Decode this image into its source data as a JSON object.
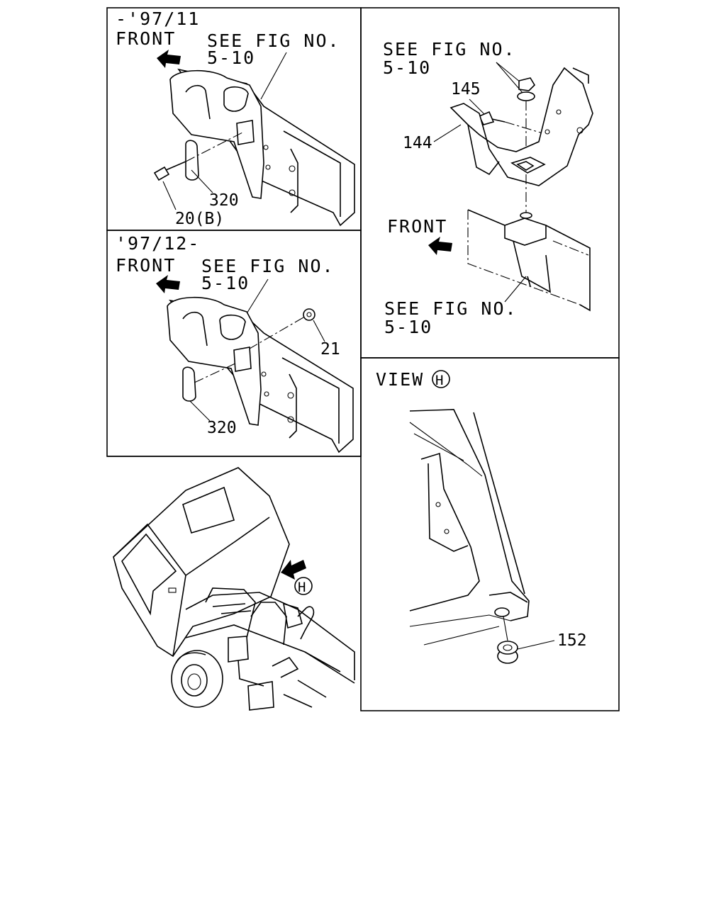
{
  "panels": {
    "early": {
      "date_range": "-'97/11",
      "front": "FRONT",
      "see_fig_line1": "SEE FIG NO.",
      "see_fig_line2": "5-10",
      "callouts": [
        "320",
        "20(B)"
      ]
    },
    "late": {
      "date_range": "'97/12-",
      "front": "FRONT",
      "see_fig_line1": "SEE FIG NO.",
      "see_fig_line2": "5-10",
      "callouts": [
        "21",
        "320"
      ]
    },
    "mount": {
      "see_fig_top_line1": "SEE FIG NO.",
      "see_fig_top_line2": "5-10",
      "front": "FRONT",
      "see_fig_bottom_line1": "SEE FIG NO.",
      "see_fig_bottom_line2": "5-10",
      "callouts": [
        "145",
        "144"
      ]
    },
    "view": {
      "label": "VIEW",
      "view_letter": "H",
      "callouts": [
        "152"
      ]
    },
    "truck": {
      "view_letter": "H"
    }
  },
  "icons": [
    "front-arrow-icon",
    "view-marker-icon"
  ]
}
